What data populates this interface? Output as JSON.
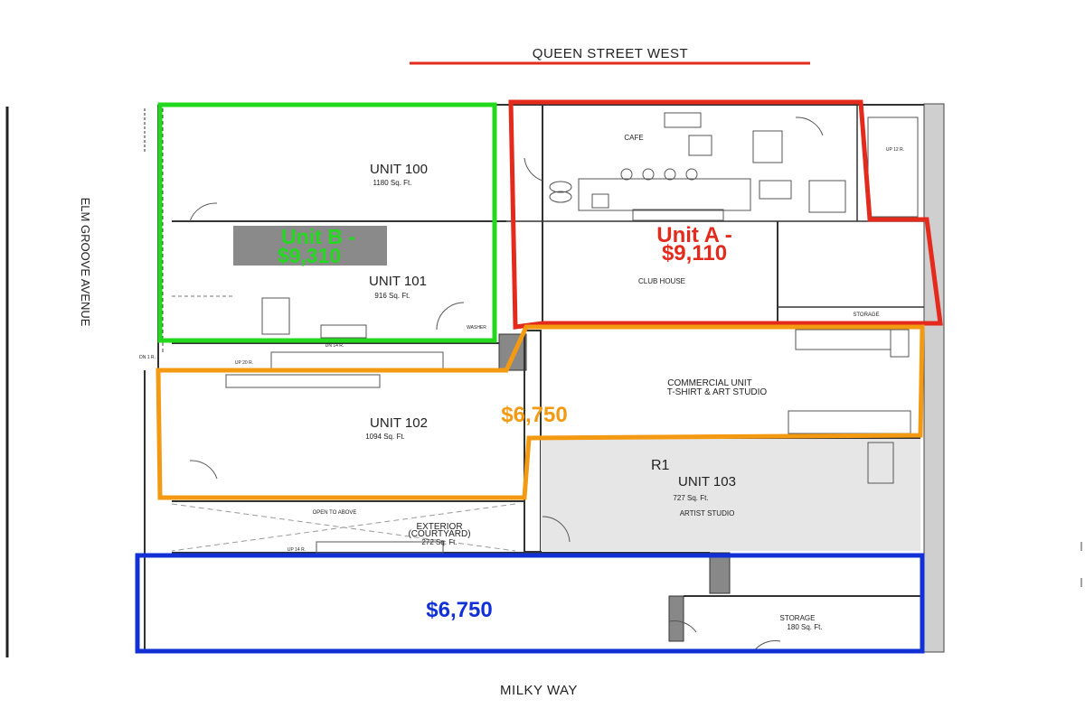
{
  "streets": {
    "north": "QUEEN STREET WEST",
    "south": "MILKY WAY",
    "west": "ELM GROOVE AVENUE"
  },
  "colors": {
    "unit_a": "#e32a1c",
    "unit_b": "#22d91e",
    "orange": "#f39a12",
    "blue": "#1131d6",
    "street_rule": "#e32a1c",
    "unit_b_label_bg": "#8a8a8a",
    "r1_fill": "#e6e6e6"
  },
  "overlays": {
    "unit_a": {
      "line1": "Unit A -",
      "line2": "$9,110"
    },
    "unit_b": {
      "line1": "Unit B -",
      "line2": "$9,310"
    },
    "orange_price": "$6,750",
    "blue_price": "$6,750"
  },
  "rooms": {
    "unit100": {
      "name": "UNIT 100",
      "area": "1180  Sq. Ft."
    },
    "unit101": {
      "name": "UNIT 101",
      "area": "916  Sq. Ft."
    },
    "unit102": {
      "name": "UNIT 102",
      "area": "1094  Sq. Ft."
    },
    "unit103": {
      "tag": "R1",
      "name": "UNIT 103",
      "area": "727  Sq. Ft.",
      "use": "ARTIST STUDIO"
    },
    "cafe": "CAFE",
    "clubhouse": "CLUB HOUSE",
    "commercial": {
      "line1": "COMMERCIAL UNIT",
      "line2": "T-SHIRT & ART STUDIO"
    },
    "exterior": {
      "line1": "EXTERIOR",
      "line2": "(COURTYARD)",
      "area": "272  Sq. Ft."
    },
    "open_above": "OPEN TO ABOVE",
    "storage_small": "STORAGE",
    "storage": {
      "name": "STORAGE",
      "area": "180  Sq. Ft."
    }
  },
  "stairs": {
    "up_ne": "UP 12 R.",
    "dn_14": "DN 14 R.",
    "up_20": "UP 20 R.",
    "dn_west": "DN 1 R.",
    "up_14": "UP 14 R."
  },
  "fixtures": {
    "washer": "WASHER"
  }
}
